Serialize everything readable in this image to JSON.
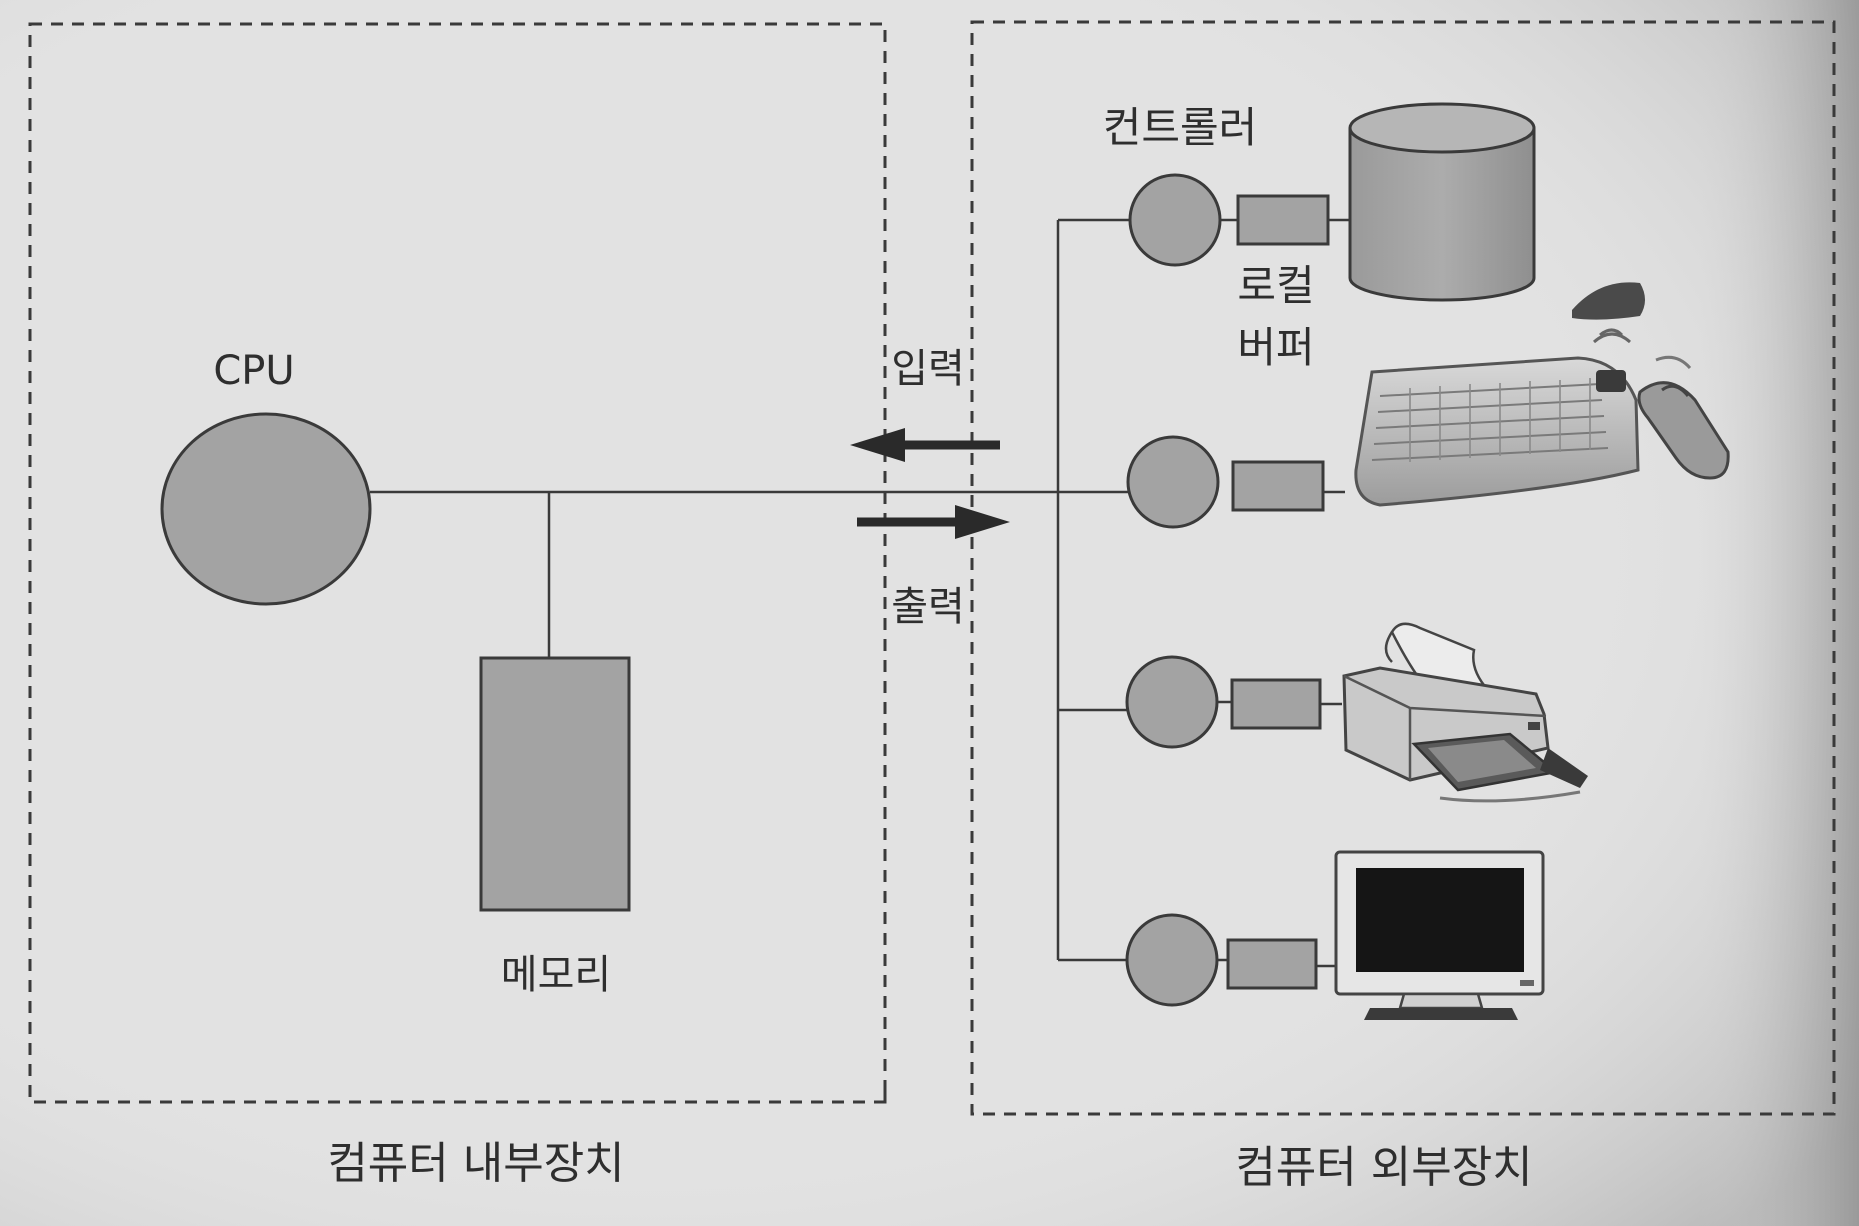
{
  "labels": {
    "cpu": "CPU",
    "memory": "메모리",
    "input": "입력",
    "output": "출력",
    "controller": "컨트롤러",
    "local_buffer_line1": "로컬",
    "local_buffer_line2": "버퍼",
    "internal_devices": "컴퓨터 내부장치",
    "external_devices": "컴퓨터 외부장치"
  },
  "devices": [
    {
      "icon": "disk-storage-icon"
    },
    {
      "icon": "keyboard-mouse-icon"
    },
    {
      "icon": "printer-icon"
    },
    {
      "icon": "monitor-icon"
    }
  ],
  "colors": {
    "background": "#e2e2e2",
    "shape_fill": "#a3a3a3",
    "stroke": "#3a3a3a",
    "arrow": "#2a2a2a",
    "text": "#2e2e2e"
  }
}
